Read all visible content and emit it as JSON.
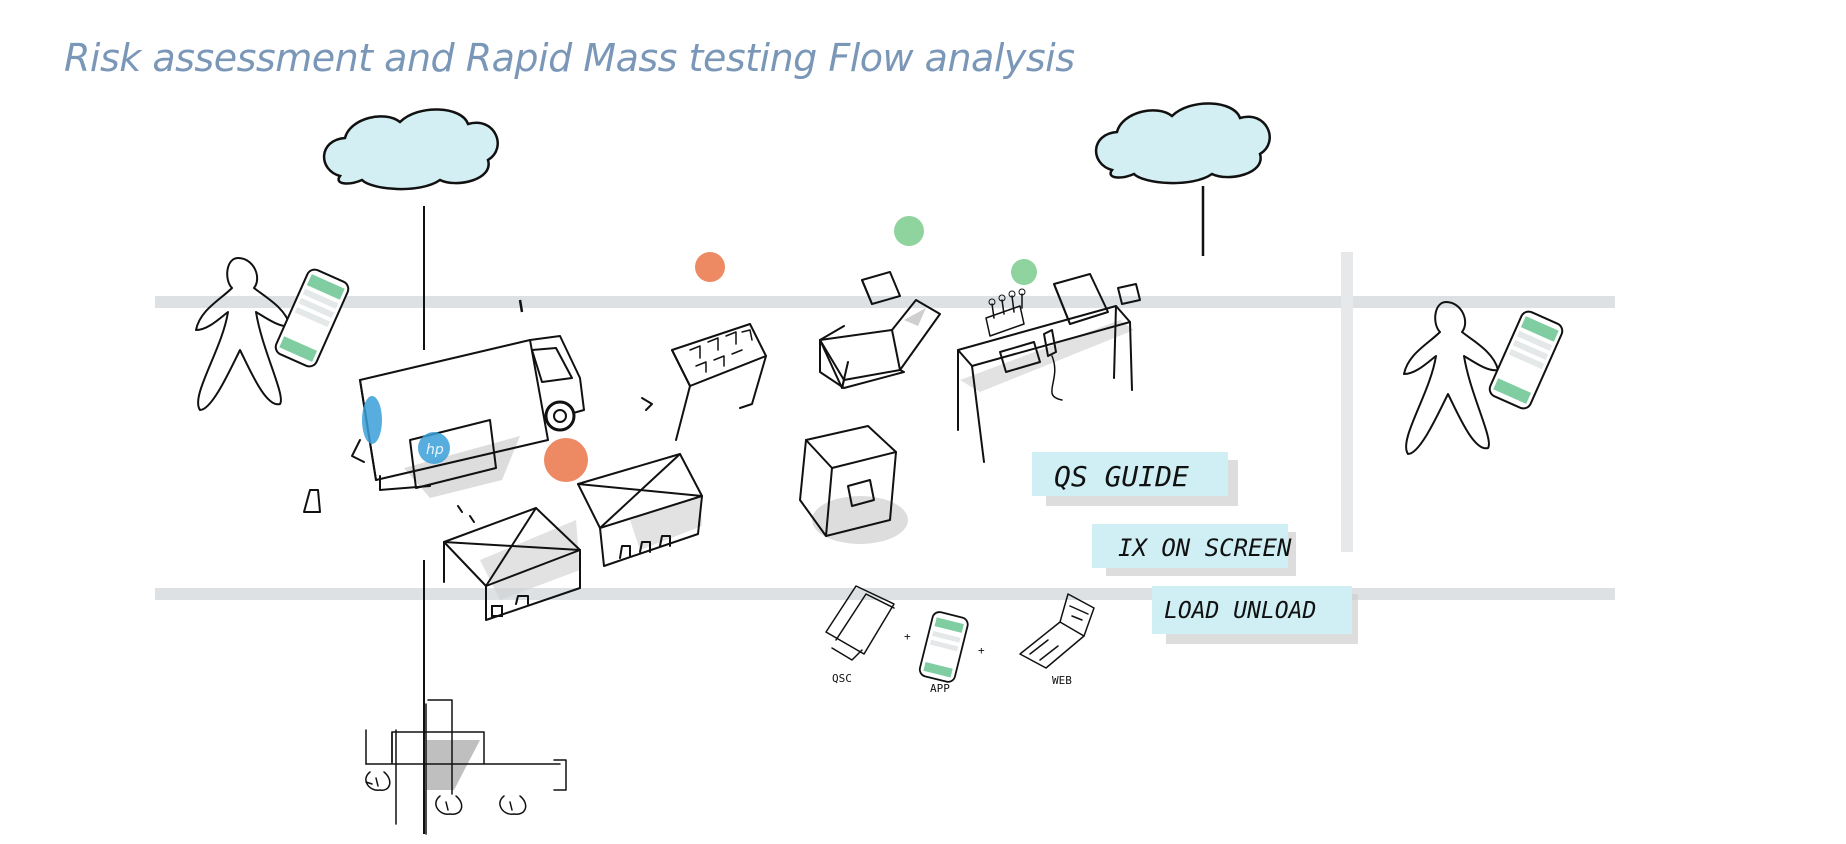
{
  "title": "Risk assessment and Rapid Mass testing Flow analysis",
  "labels": {
    "qs_guide": "QS GUIDE",
    "ix_on_screen": "IX ON SCREEN",
    "load_unload": "LOAD UNLOAD"
  },
  "kit_labels": {
    "qsc": "QSC",
    "app": "APP",
    "web": "WEB"
  },
  "truck_logo": "hp",
  "colors": {
    "title": "#7b97b8",
    "cloud": "#d3eff3",
    "label_box": "#cfeff5",
    "lane": "#dde1e3",
    "orange_dot": "#ee8a63",
    "green_dot": "#8fd39e",
    "phone_green": "#7fcda0",
    "hp_blue": "#3a9fd8"
  }
}
